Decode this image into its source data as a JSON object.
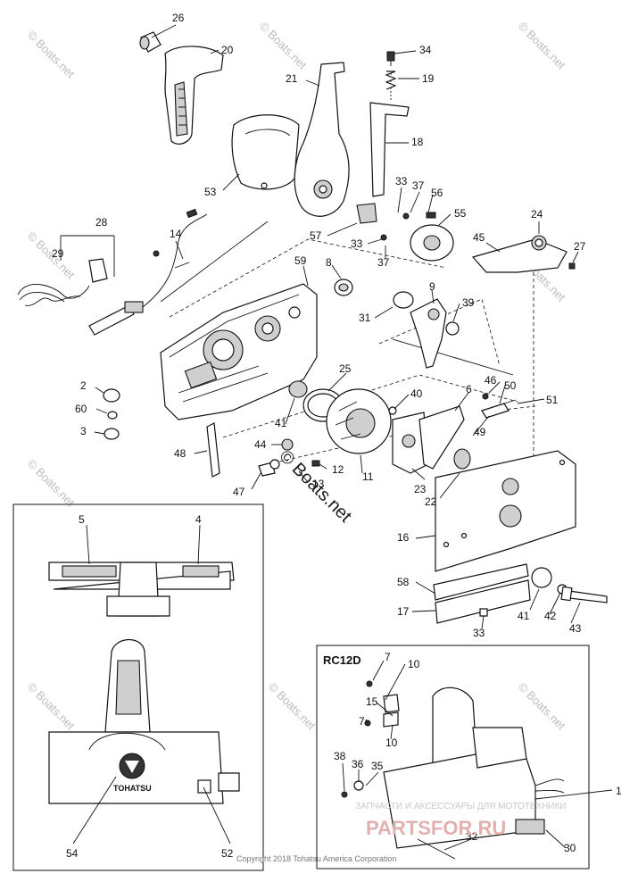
{
  "callouts": [
    {
      "id": "26",
      "text": "26"
    },
    {
      "id": "20",
      "text": "20"
    },
    {
      "id": "34",
      "text": "34"
    },
    {
      "id": "19",
      "text": "19"
    },
    {
      "id": "21",
      "text": "21"
    },
    {
      "id": "18",
      "text": "18"
    },
    {
      "id": "53",
      "text": "53"
    },
    {
      "id": "33a",
      "text": "33"
    },
    {
      "id": "37a",
      "text": "37"
    },
    {
      "id": "56",
      "text": "56"
    },
    {
      "id": "55",
      "text": "55"
    },
    {
      "id": "28",
      "text": "28"
    },
    {
      "id": "14",
      "text": "14"
    },
    {
      "id": "29",
      "text": "29"
    },
    {
      "id": "57",
      "text": "57"
    },
    {
      "id": "33b",
      "text": "33"
    },
    {
      "id": "37b",
      "text": "37"
    },
    {
      "id": "24",
      "text": "24"
    },
    {
      "id": "45",
      "text": "45"
    },
    {
      "id": "27",
      "text": "27"
    },
    {
      "id": "59",
      "text": "59"
    },
    {
      "id": "8",
      "text": "8"
    },
    {
      "id": "9",
      "text": "9"
    },
    {
      "id": "31",
      "text": "31"
    },
    {
      "id": "39",
      "text": "39"
    },
    {
      "id": "25",
      "text": "25"
    },
    {
      "id": "2",
      "text": "2"
    },
    {
      "id": "60",
      "text": "60"
    },
    {
      "id": "3",
      "text": "3"
    },
    {
      "id": "41a",
      "text": "41"
    },
    {
      "id": "40",
      "text": "40"
    },
    {
      "id": "6",
      "text": "6"
    },
    {
      "id": "46",
      "text": "46"
    },
    {
      "id": "50",
      "text": "50"
    },
    {
      "id": "51",
      "text": "51"
    },
    {
      "id": "49",
      "text": "49"
    },
    {
      "id": "48",
      "text": "48"
    },
    {
      "id": "44",
      "text": "44"
    },
    {
      "id": "11",
      "text": "11"
    },
    {
      "id": "12",
      "text": "12"
    },
    {
      "id": "47",
      "text": "47"
    },
    {
      "id": "13",
      "text": "13"
    },
    {
      "id": "23",
      "text": "23"
    },
    {
      "id": "22",
      "text": "22"
    },
    {
      "id": "16",
      "text": "16"
    },
    {
      "id": "5",
      "text": "5"
    },
    {
      "id": "4",
      "text": "4"
    },
    {
      "id": "58",
      "text": "58"
    },
    {
      "id": "41b",
      "text": "41"
    },
    {
      "id": "42",
      "text": "42"
    },
    {
      "id": "43",
      "text": "43"
    },
    {
      "id": "17",
      "text": "17"
    },
    {
      "id": "33c",
      "text": "33"
    },
    {
      "id": "7a",
      "text": "7"
    },
    {
      "id": "10a",
      "text": "10"
    },
    {
      "id": "15",
      "text": "15"
    },
    {
      "id": "7b",
      "text": "7"
    },
    {
      "id": "10b",
      "text": "10"
    },
    {
      "id": "38",
      "text": "38"
    },
    {
      "id": "36",
      "text": "36"
    },
    {
      "id": "35",
      "text": "35"
    },
    {
      "id": "1",
      "text": "1"
    },
    {
      "id": "32",
      "text": "32"
    },
    {
      "id": "30",
      "text": "30"
    },
    {
      "id": "54",
      "text": "54"
    },
    {
      "id": "52",
      "text": "52"
    }
  ],
  "inset": {
    "title": "RC12D"
  },
  "brand_label": "TOHATSU",
  "watermark": {
    "text": "© Boats.net",
    "main": "© Boats.net"
  },
  "copyright": "Copyright 2018 Tohatsu America Corporation",
  "banner": {
    "small": "ЗАПЧАСТИ И АКСЕССУАРЫ ДЛЯ МОТОТЕХНИКИ",
    "big": "PARTSFOR.RU"
  }
}
